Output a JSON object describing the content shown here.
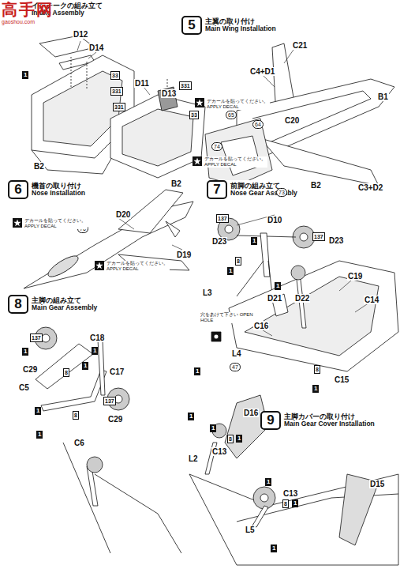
{
  "diagram": {
    "nodes": [
      {
        "text": [
          "インテークの組み立て",
          "Intake Assembly"
        ]
      },
      {
        "text": [
          "5",
          "主翼の取り付け",
          "Main Wing Installation"
        ]
      },
      {
        "text": [
          "6",
          "機首の取り付け",
          "Nose Installation"
        ]
      },
      {
        "text": [
          "7",
          "前脚の組み立て",
          "Nose Gear Assembly"
        ]
      },
      {
        "text": [
          "8",
          "主脚の組み立て",
          "Main Gear Assembly"
        ]
      },
      {
        "text": [
          "9",
          "主脚カバーの取り付け",
          "Main Gear Cover Installation"
        ]
      }
    ],
    "labels": [
      "高手网",
      "gaoshou.com",
      "D12",
      "D14",
      "1",
      "B2",
      "D11",
      "33",
      "331",
      "D13",
      "331",
      "33",
      "331",
      "B2",
      "C21",
      "C4+D1",
      "B1",
      "デカールを貼ってください。 APPLY DECAL",
      "65",
      "64",
      "C20",
      "74",
      "デカールを貼ってください。 APPLY DECAL",
      "B2",
      "C3+D2",
      "73",
      "D20",
      "76",
      "デカールを貼ってください。 APPLY DECAL",
      "D19",
      "デカールを貼ってください。 APPLY DECAL",
      "137",
      "D10",
      "D23",
      "137",
      "D23",
      "1",
      "8",
      "1",
      "L3",
      "1",
      "C19",
      "C14",
      "D21",
      "D22",
      "穴をあけて下さい OPEN HOLE",
      "C16",
      "L4",
      "47",
      "1",
      "8",
      "C15",
      "1",
      "137",
      "C18",
      "1",
      "C29",
      "1",
      "C5",
      "8",
      "1",
      "C17",
      "137",
      "8",
      "1",
      "C29",
      "C6",
      "1",
      "1",
      "D16",
      "8",
      "1",
      "1",
      "C13",
      "L2",
      "1",
      "C13",
      "8",
      "1",
      "D15",
      "L5",
      "1"
    ]
  }
}
